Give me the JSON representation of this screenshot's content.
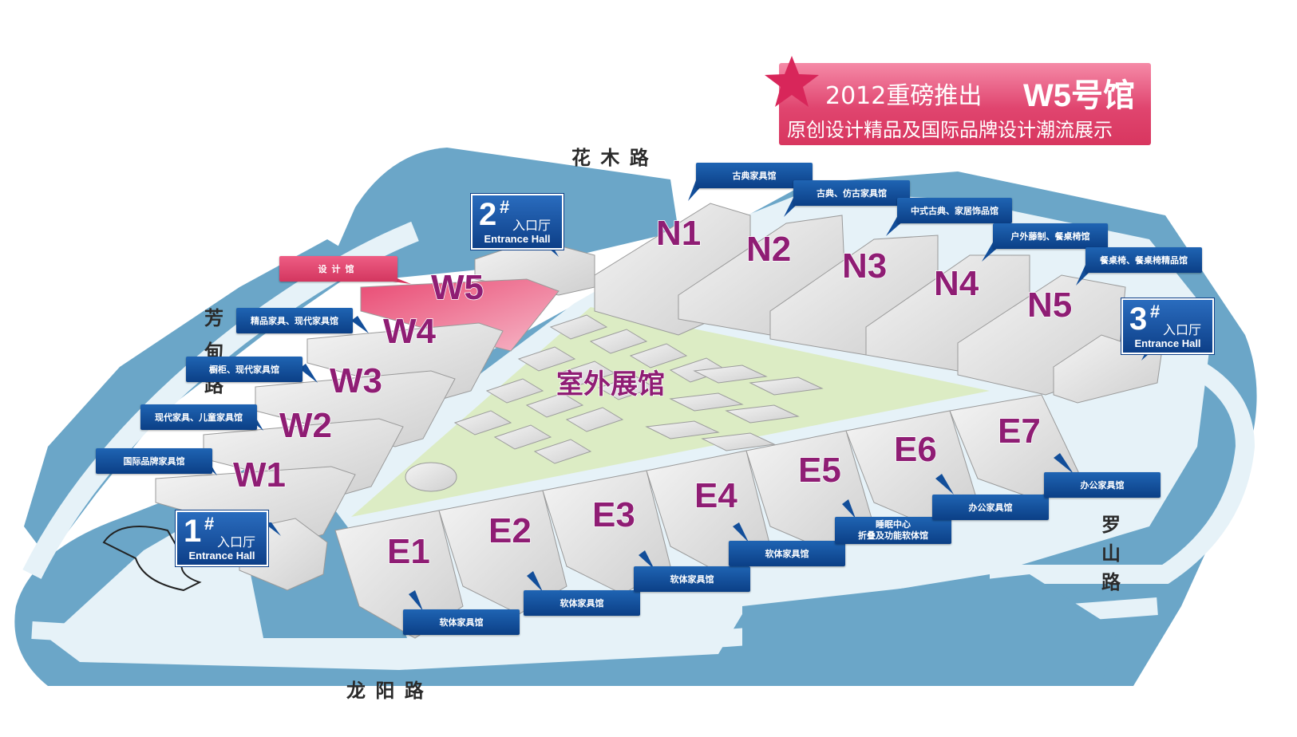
{
  "banner": {
    "line1": "2012重磅推出",
    "highlight": "W5号馆",
    "line2": "原创设计精品及国际品牌设计潮流展示",
    "color": "#e0456f"
  },
  "roads": {
    "north": "花 木 路",
    "west": "芳 甸 路",
    "east": "罗 山 路",
    "south": "龙 阳 路"
  },
  "halls": {
    "N1": "N1",
    "N2": "N2",
    "N3": "N3",
    "N4": "N4",
    "N5": "N5",
    "W1": "W1",
    "W2": "W2",
    "W3": "W3",
    "W4": "W4",
    "W5": "W5",
    "E1": "E1",
    "E2": "E2",
    "E3": "E3",
    "E4": "E4",
    "E5": "E5",
    "E6": "E6",
    "E7": "E7"
  },
  "outdoor": "室外展馆",
  "entrances": [
    {
      "num": "1",
      "sharp": "#",
      "cn": "入口厅",
      "en": "Entrance Hall"
    },
    {
      "num": "2",
      "sharp": "#",
      "cn": "入口厅",
      "en": "Entrance Hall"
    },
    {
      "num": "3",
      "sharp": "#",
      "cn": "入口厅",
      "en": "Entrance Hall"
    }
  ],
  "labels": {
    "n1": "古典家具馆",
    "n2": "古典、仿古家具馆",
    "n3": "中式古典、家居饰品馆",
    "n4": "户外藤制、餐桌椅馆",
    "n5": "餐桌椅、餐桌椅精品馆",
    "w5": "设计馆",
    "w4": "精品家具、现代家具馆",
    "w3": "橱柜、现代家具馆",
    "w2": "现代家具、儿童家具馆",
    "w1": "国际品牌家具馆",
    "e1": "软体家具馆",
    "e2": "软体家具馆",
    "e3": "软体家具馆",
    "e4": "软体家具馆",
    "e5_line1": "睡眠中心",
    "e5_line2": "折叠及功能软体馆",
    "e6": "办公家具馆",
    "e7": "办公家具馆"
  },
  "colors": {
    "water": "#6ba6c8",
    "ground": "#e6f2f8",
    "plaza": "#dcecc4",
    "tag": "#1a5aa8",
    "hall_text": "#8f1d74"
  }
}
